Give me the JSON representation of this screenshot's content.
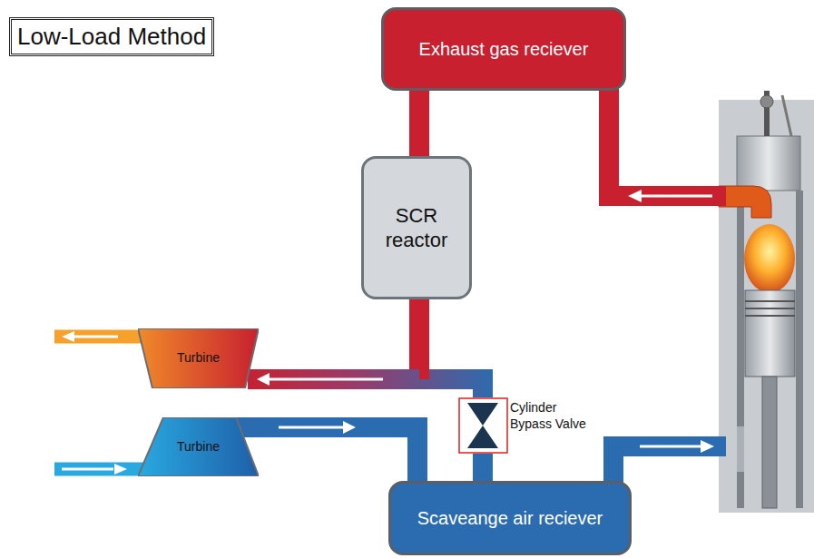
{
  "diagram": {
    "title": "Low-Load Method",
    "nodes": [
      {
        "text": [
          "Exhaust gas reciever"
        ]
      },
      {
        "text": [
          "SCR reactor"
        ]
      },
      {
        "text": [
          "Turbine"
        ]
      },
      {
        "text": [
          "Cylinder Bypass Valve"
        ]
      },
      {
        "text": [
          "Turbine"
        ]
      },
      {
        "text": [
          "Scaveange air reciever"
        ]
      }
    ],
    "edges": [
      {
        "from": 0,
        "to": 1,
        "arrow": "none"
      },
      {
        "from": 1,
        "to": 2,
        "arrow": "to"
      },
      {
        "from": 4,
        "to": 5,
        "arrow": "to"
      },
      {
        "from": 5,
        "to": 3,
        "arrow": "none"
      },
      {
        "from": 3,
        "to": 2,
        "arrow": "none"
      }
    ]
  }
}
